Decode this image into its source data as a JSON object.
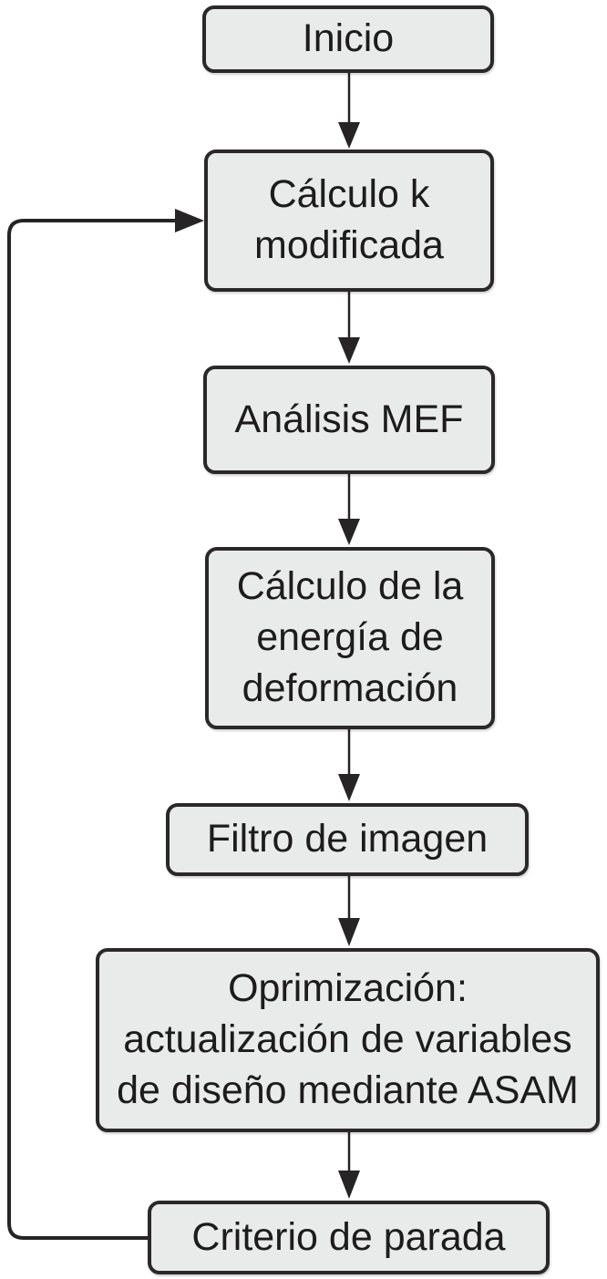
{
  "diagram": {
    "type": "flowchart",
    "language": "es",
    "background_color": "#ffffff",
    "node_fill_color": "#e9eaea",
    "node_border_color": "#2b2829",
    "text_color": "#1d1b1c",
    "arrow_color": "#262425",
    "nodes": [
      {
        "id": "inicio",
        "label": "Inicio"
      },
      {
        "id": "calculo-k-modificada",
        "label": "Cálculo k\nmodificada"
      },
      {
        "id": "analisis-mef",
        "label": "Análisis MEF"
      },
      {
        "id": "calculo-energia-deformacion",
        "label": "Cálculo de la\nenergía de\ndeformación"
      },
      {
        "id": "filtro-de-imagen",
        "label": "Filtro de imagen"
      },
      {
        "id": "optimizacion-asam",
        "label": "Oprimización:\nactualización de variables\nde diseño mediante ASAM"
      },
      {
        "id": "criterio-de-parada",
        "label": "Criterio de parada"
      }
    ],
    "edges": [
      {
        "from": "inicio",
        "to": "calculo-k-modificada",
        "type": "forward"
      },
      {
        "from": "calculo-k-modificada",
        "to": "analisis-mef",
        "type": "forward"
      },
      {
        "from": "analisis-mef",
        "to": "calculo-energia-deformacion",
        "type": "forward"
      },
      {
        "from": "calculo-energia-deformacion",
        "to": "filtro-de-imagen",
        "type": "forward"
      },
      {
        "from": "filtro-de-imagen",
        "to": "optimizacion-asam",
        "type": "forward"
      },
      {
        "from": "optimizacion-asam",
        "to": "criterio-de-parada",
        "type": "forward"
      },
      {
        "from": "criterio-de-parada",
        "to": "calculo-k-modificada",
        "type": "feedback-loop"
      }
    ]
  }
}
